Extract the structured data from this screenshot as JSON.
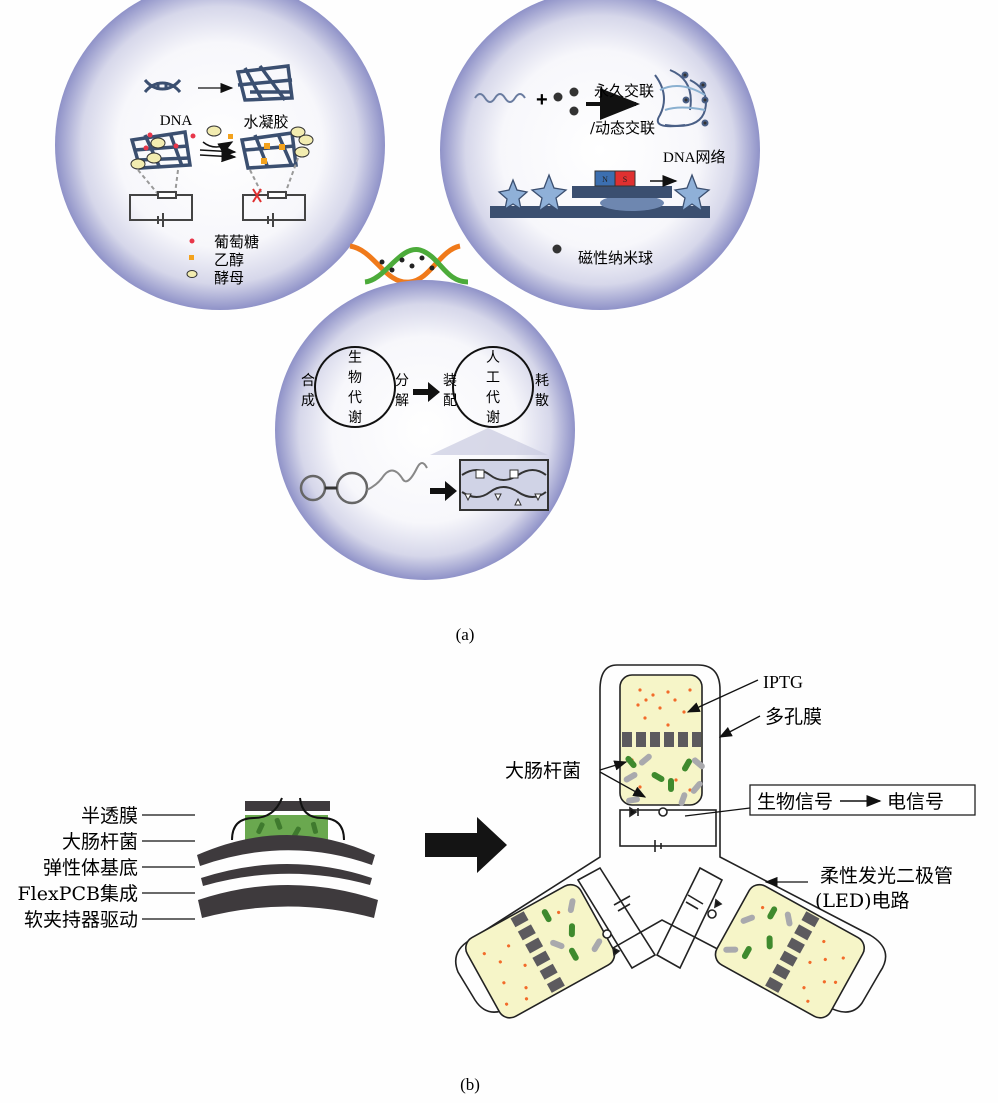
{
  "panel_a": {
    "caption": "(a)",
    "bubble_hydrogel": {
      "label_dna": "DNA",
      "label_hydrogel": "水凝胶",
      "legend": [
        {
          "label": "葡萄糖",
          "marker": "red-dot",
          "color": "#e8364a"
        },
        {
          "label": "乙醇",
          "marker": "orange-square",
          "color": "#f3a21d"
        },
        {
          "label": "酵母",
          "marker": "yeast-cell",
          "color": "#f2ecb0"
        }
      ]
    },
    "bubble_network": {
      "label_permanent": "永久交联",
      "label_dynamic": "/动态交联",
      "label_network": "DNA网络",
      "magnet_n": "N",
      "magnet_s": "S",
      "legend_nanoball": "磁性纳米球"
    },
    "bubble_metabolism": {
      "bio_cycle": {
        "center": [
          "生",
          "物",
          "代",
          "谢"
        ],
        "left": [
          "合",
          "成"
        ],
        "right": [
          "分",
          "解"
        ]
      },
      "artificial_cycle": {
        "center": [
          "人",
          "工",
          "代",
          "谢"
        ],
        "left": [
          "装",
          "配"
        ],
        "right": [
          "耗",
          "散"
        ]
      }
    },
    "colors": {
      "bubble_edge": "#8f92c8",
      "network": "#3b4f70",
      "dna_orange": "#f07a1a",
      "dna_green": "#4cab3a"
    }
  },
  "panel_b": {
    "caption": "(b)",
    "layer_labels": [
      "半透膜",
      "大肠杆菌",
      "弹性体基底",
      "FlexPCB集成",
      "软夹持器驱动"
    ],
    "label_iptg": "IPTG",
    "label_membrane": "多孔膜",
    "label_ecoli": "大肠杆菌",
    "signal_box": {
      "from": "生物信号",
      "to": "电信号"
    },
    "label_led_line1": "柔性发光二极管",
    "label_led_line2": "(LED)电路",
    "colors": {
      "chamber_fill": "#f6f5c8",
      "iptg_dot": "#f26b2a",
      "bacteria_green": "#3f8a2e",
      "bacteria_gray": "#a9a9ad",
      "membrane_block": "#5c5a5e",
      "layer_green": "#6aa84f"
    }
  }
}
